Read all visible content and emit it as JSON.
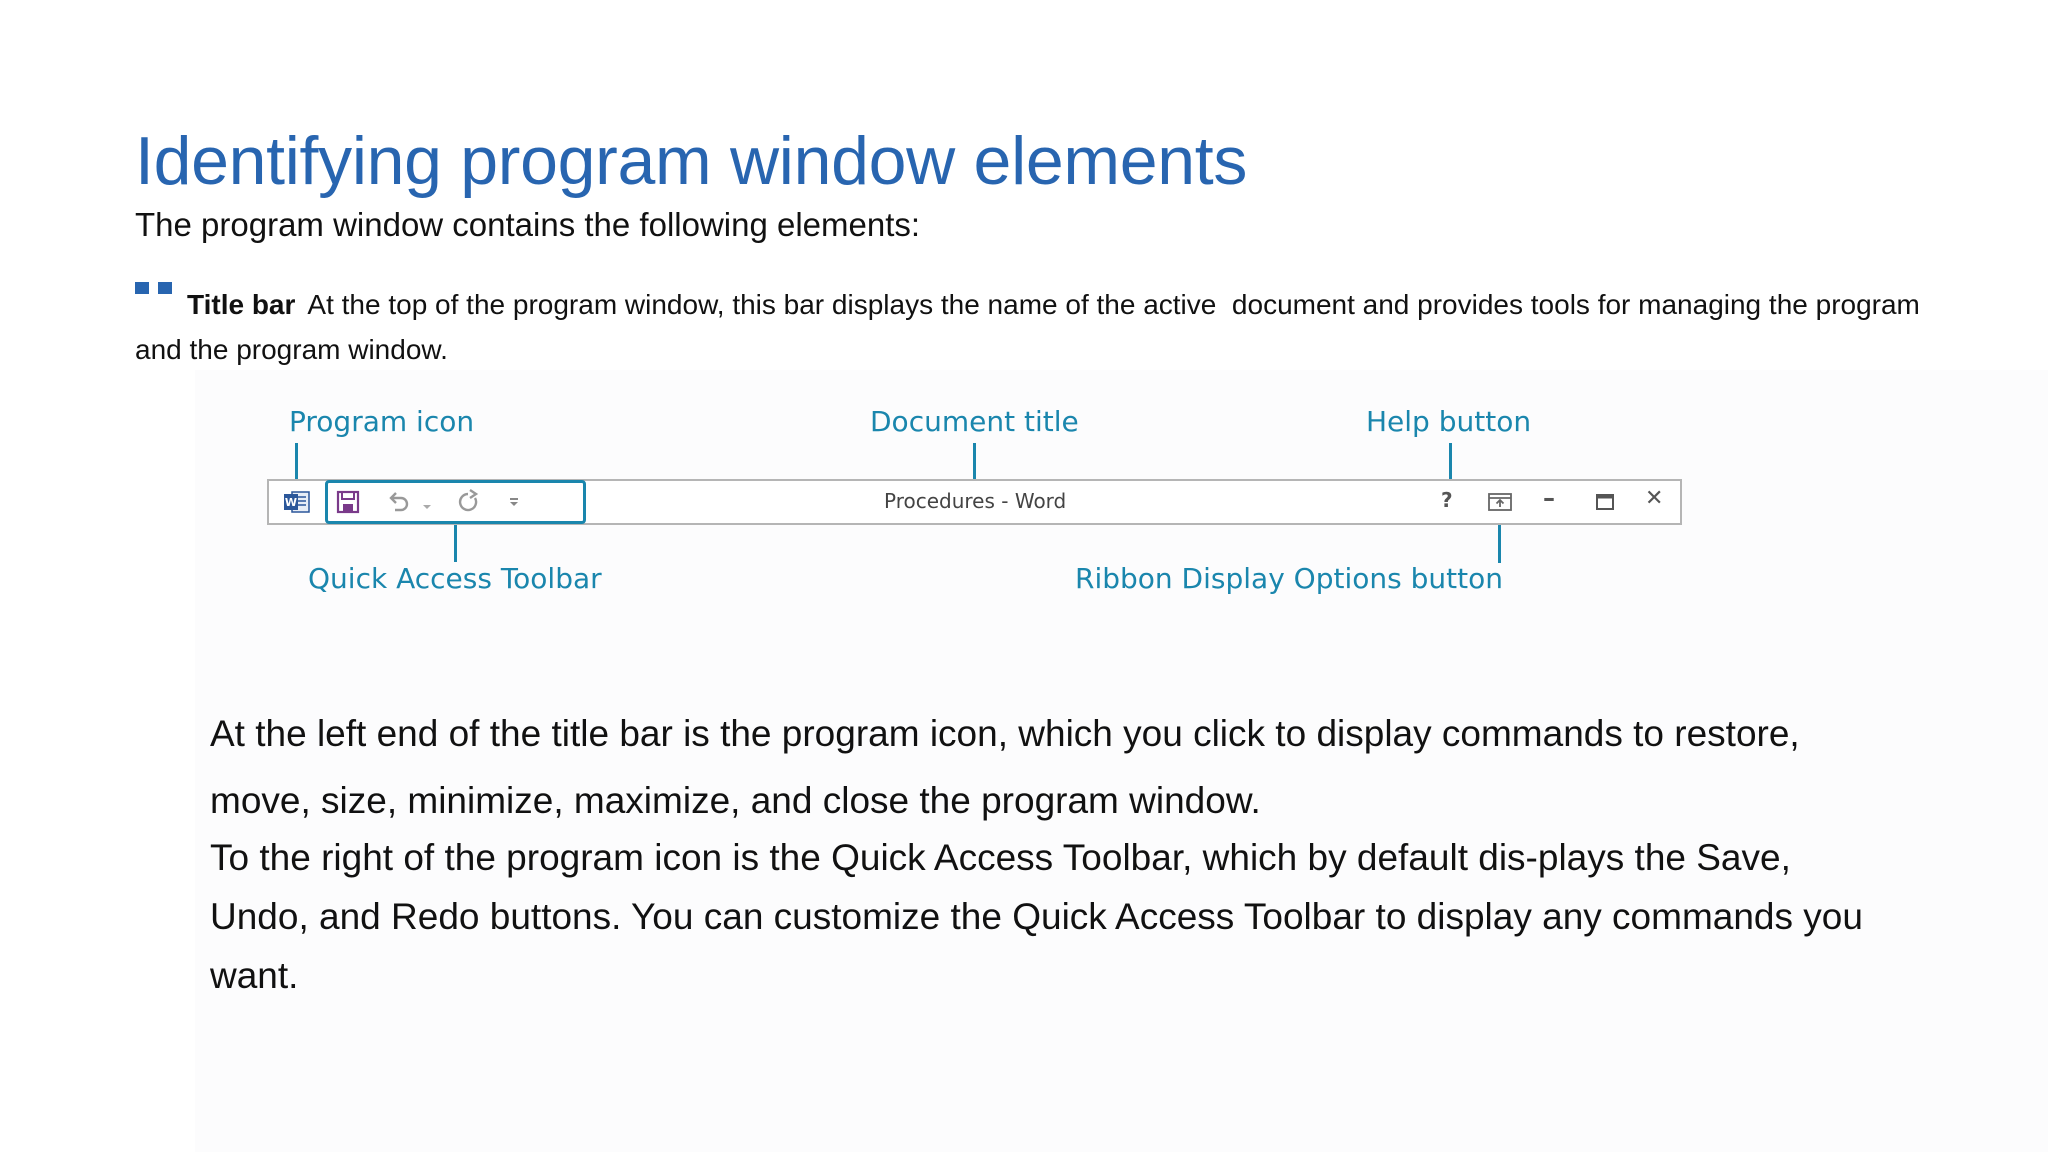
{
  "heading": "Identifying program window elements",
  "intro": "The program window contains the following elements:",
  "title_bar_item": {
    "label": "Title bar",
    "text_a": "At the top of the program window, this bar displays the name of the active",
    "text_b": "document and provides tools for managing the program and the program window."
  },
  "figure": {
    "callouts": {
      "program_icon": "Program icon",
      "document_title": "Document title",
      "help_button": "Help button",
      "quick_access_toolbar": "Quick Access Toolbar",
      "ribbon_display_options": "Ribbon Display Options button"
    },
    "window": {
      "title": "Procedures - Word",
      "app_icon_letter": "W",
      "help_glyph": "?",
      "minimize_glyph": "–",
      "close_glyph": "✕"
    },
    "colors": {
      "callout": "#1a86ad",
      "heading": "#2865b0",
      "word_blue": "#2b579a"
    },
    "icons": [
      "word-app-icon",
      "save-icon",
      "undo-icon",
      "undo-dropdown-icon",
      "redo-icon",
      "customize-qat-icon",
      "help-icon",
      "ribbon-display-options-icon",
      "minimize-icon",
      "maximize-icon",
      "close-icon"
    ]
  },
  "body": {
    "paragraph_1": "At the left end of the title bar is the program icon, which you click to display commands to restore, move, size, minimize, maximize, and close the program window.",
    "paragraph_2": "To the right of the program icon is the Quick Access Toolbar, which by default dis-plays the Save, Undo, and Redo buttons. You can customize the Quick Access Toolbar to display any commands you want."
  }
}
